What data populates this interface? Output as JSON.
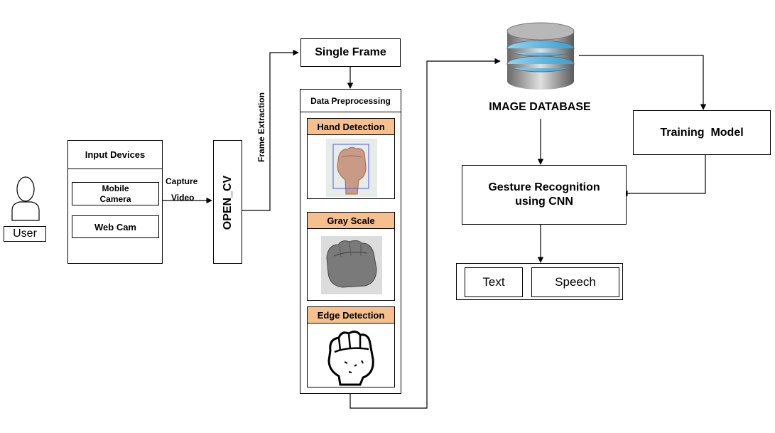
{
  "user": {
    "label": "User"
  },
  "input_devices": {
    "title": "Input Devices",
    "items": [
      "Mobile Camera",
      "Web Cam"
    ]
  },
  "capture_label": {
    "line1": "Capture",
    "line2": "Video"
  },
  "open_cv": {
    "label": "OPEN_CV"
  },
  "frame_extraction": {
    "label": "Frame Extraction"
  },
  "single_frame": {
    "label": "Single Frame"
  },
  "preprocessing": {
    "title": "Data Preprocessing",
    "stages": [
      "Hand Detection",
      "Gray Scale",
      "Edge Detection"
    ]
  },
  "database": {
    "label": "IMAGE DATABASE"
  },
  "training": {
    "label": "Training  Model"
  },
  "gesture": {
    "line1": "Gesture Recognition",
    "line2": "using CNN"
  },
  "outputs": [
    "Text",
    "Speech"
  ],
  "colors": {
    "stage_header": "#f6c08e",
    "line": "#000000"
  }
}
